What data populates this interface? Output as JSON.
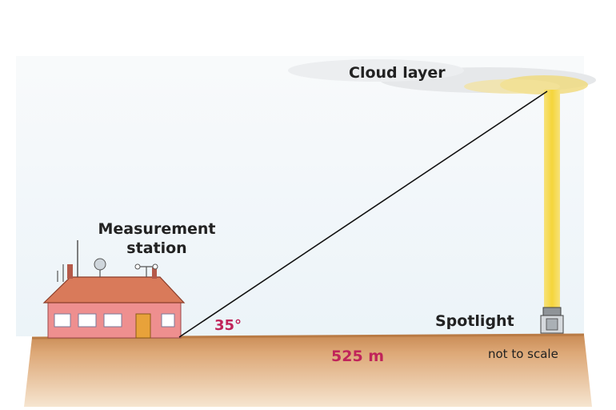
{
  "labels": {
    "cloud_layer": "Cloud layer",
    "station_line1": "Measurement",
    "station_line2": "station",
    "angle": "35°",
    "distance": "525 m",
    "spotlight": "Spotlight",
    "note": "not to scale"
  },
  "colors": {
    "ground": "#d9a06a",
    "ground_shadow": "#b97b45",
    "sky_tint": "#dceaf3",
    "cloud": "#e9eaec",
    "beam": "#f7d84a",
    "house_wall": "#ee8f8f",
    "house_roof": "#d97a5a",
    "label_accent": "#c0245a"
  }
}
